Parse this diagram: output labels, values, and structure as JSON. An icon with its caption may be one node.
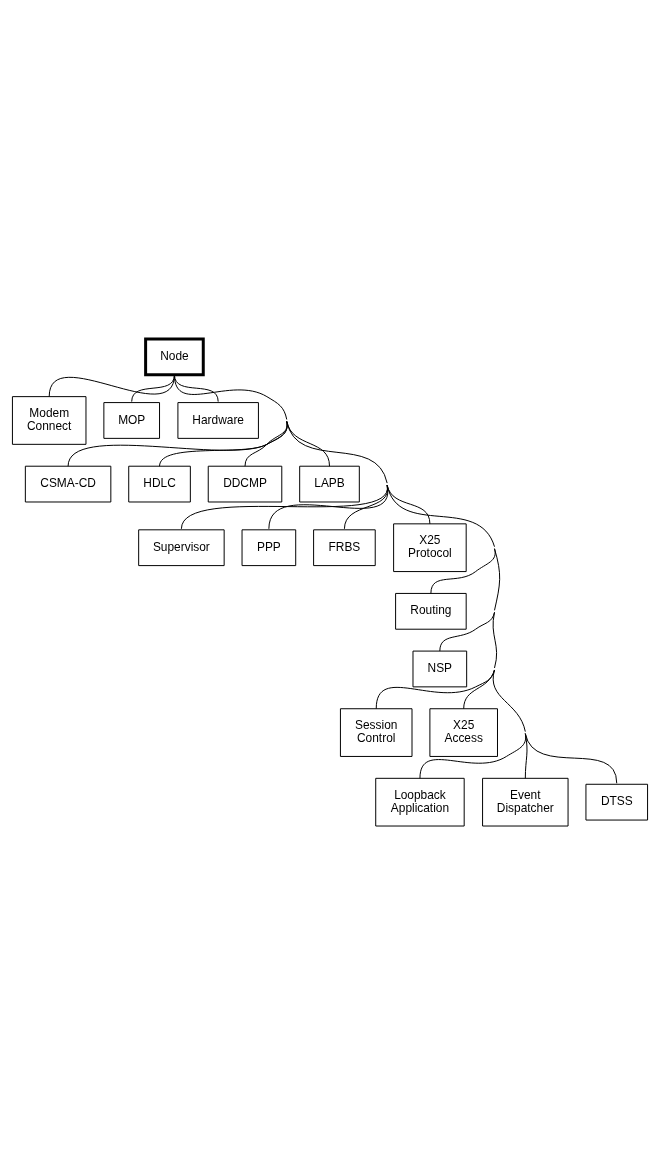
{
  "diagram": {
    "nodes": [
      {
        "text": [
          "Node"
        ]
      },
      {
        "text": [
          "Modem Connect"
        ]
      },
      {
        "text": [
          "MOP"
        ]
      },
      {
        "text": [
          "Hardware"
        ]
      },
      {
        "text": [
          "CSMA-CD"
        ]
      },
      {
        "text": [
          "HDLC"
        ]
      },
      {
        "text": [
          "DDCMP"
        ]
      },
      {
        "text": [
          "LAPB"
        ]
      },
      {
        "text": [
          "Supervisor"
        ]
      },
      {
        "text": [
          "PPP"
        ]
      },
      {
        "text": [
          "FRBS"
        ]
      },
      {
        "text": [
          "X25 Protocol"
        ]
      },
      {
        "text": [
          "Routing"
        ]
      },
      {
        "text": [
          "NSP"
        ]
      },
      {
        "text": [
          "Session Control"
        ]
      },
      {
        "text": [
          "X25 Access"
        ]
      },
      {
        "text": [
          "Loopback Application"
        ]
      },
      {
        "text": [
          "Event Dispatcher"
        ]
      },
      {
        "text": [
          "DTSS"
        ]
      }
    ],
    "edges": [
      {
        "from": 0,
        "to": 1,
        "arrow": "none"
      },
      {
        "from": 0,
        "to": 2,
        "arrow": "none"
      },
      {
        "from": 0,
        "to": 3,
        "arrow": "none"
      },
      {
        "from": 0,
        "to": 4,
        "arrow": "none"
      },
      {
        "from": 0,
        "to": 5,
        "arrow": "none"
      },
      {
        "from": 0,
        "to": 6,
        "arrow": "none"
      },
      {
        "from": 0,
        "to": 7,
        "arrow": "none"
      },
      {
        "from": 0,
        "to": 8,
        "arrow": "none"
      },
      {
        "from": 0,
        "to": 9,
        "arrow": "none"
      },
      {
        "from": 0,
        "to": 10,
        "arrow": "none"
      },
      {
        "from": 0,
        "to": 11,
        "arrow": "none"
      },
      {
        "from": 0,
        "to": 12,
        "arrow": "none"
      },
      {
        "from": 0,
        "to": 13,
        "arrow": "none"
      },
      {
        "from": 0,
        "to": 14,
        "arrow": "none"
      },
      {
        "from": 0,
        "to": 15,
        "arrow": "none"
      },
      {
        "from": 0,
        "to": 16,
        "arrow": "none"
      },
      {
        "from": 0,
        "to": 17,
        "arrow": "none"
      },
      {
        "from": 0,
        "to": 18,
        "arrow": "none"
      }
    ]
  }
}
